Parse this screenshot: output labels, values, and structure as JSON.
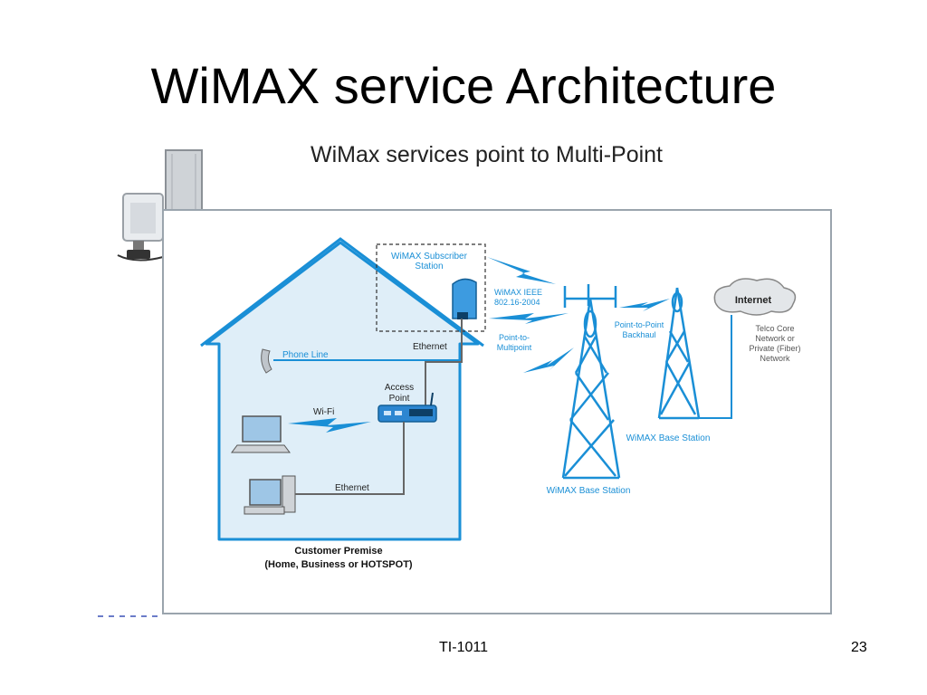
{
  "slide": {
    "title": "WiMAX service Architecture",
    "subtitle": "WiMax  services point to Multi-Point",
    "footer": "TI-1011",
    "page_number": "23"
  },
  "diagram": {
    "labels": {
      "subscriber_station_line1": "WiMAX Subscriber",
      "subscriber_station_line2": "Station",
      "ieee_line1": "WiMAX IEEE",
      "ieee_line2": "802.16-2004",
      "internet": "Internet",
      "telco_line1": "Telco Core",
      "telco_line2": "Network or",
      "telco_line3": "Private (Fiber)",
      "telco_line4": "Network",
      "p2p_line1": "Point-to-Point",
      "p2p_line2": "Backhaul",
      "p2mp_line1": "Point-to-",
      "p2mp_line2": "Multipoint",
      "ethernet_upper": "Ethernet",
      "phone_line": "Phone Line",
      "access_point_line1": "Access",
      "access_point_line2": "Point",
      "wifi": "Wi-Fi",
      "ethernet_lower": "Ethernet",
      "base_station_right": "WiMAX Base Station",
      "base_station_left": "WiMAX Base Station",
      "customer_premise_line1": "Customer Premise",
      "customer_premise_line2": "(Home, Business or HOTSPOT)"
    },
    "colors": {
      "accent": "#1a8fd6",
      "house_fill": "#dfeef8",
      "frame_border": "#9aa4ad"
    },
    "icons": [
      "cpe-device-icon",
      "outdoor-antenna-icon",
      "phone-icon",
      "laptop-icon",
      "desktop-computer-icon",
      "cloud-icon",
      "tower-icon",
      "lightning-icon"
    ]
  }
}
